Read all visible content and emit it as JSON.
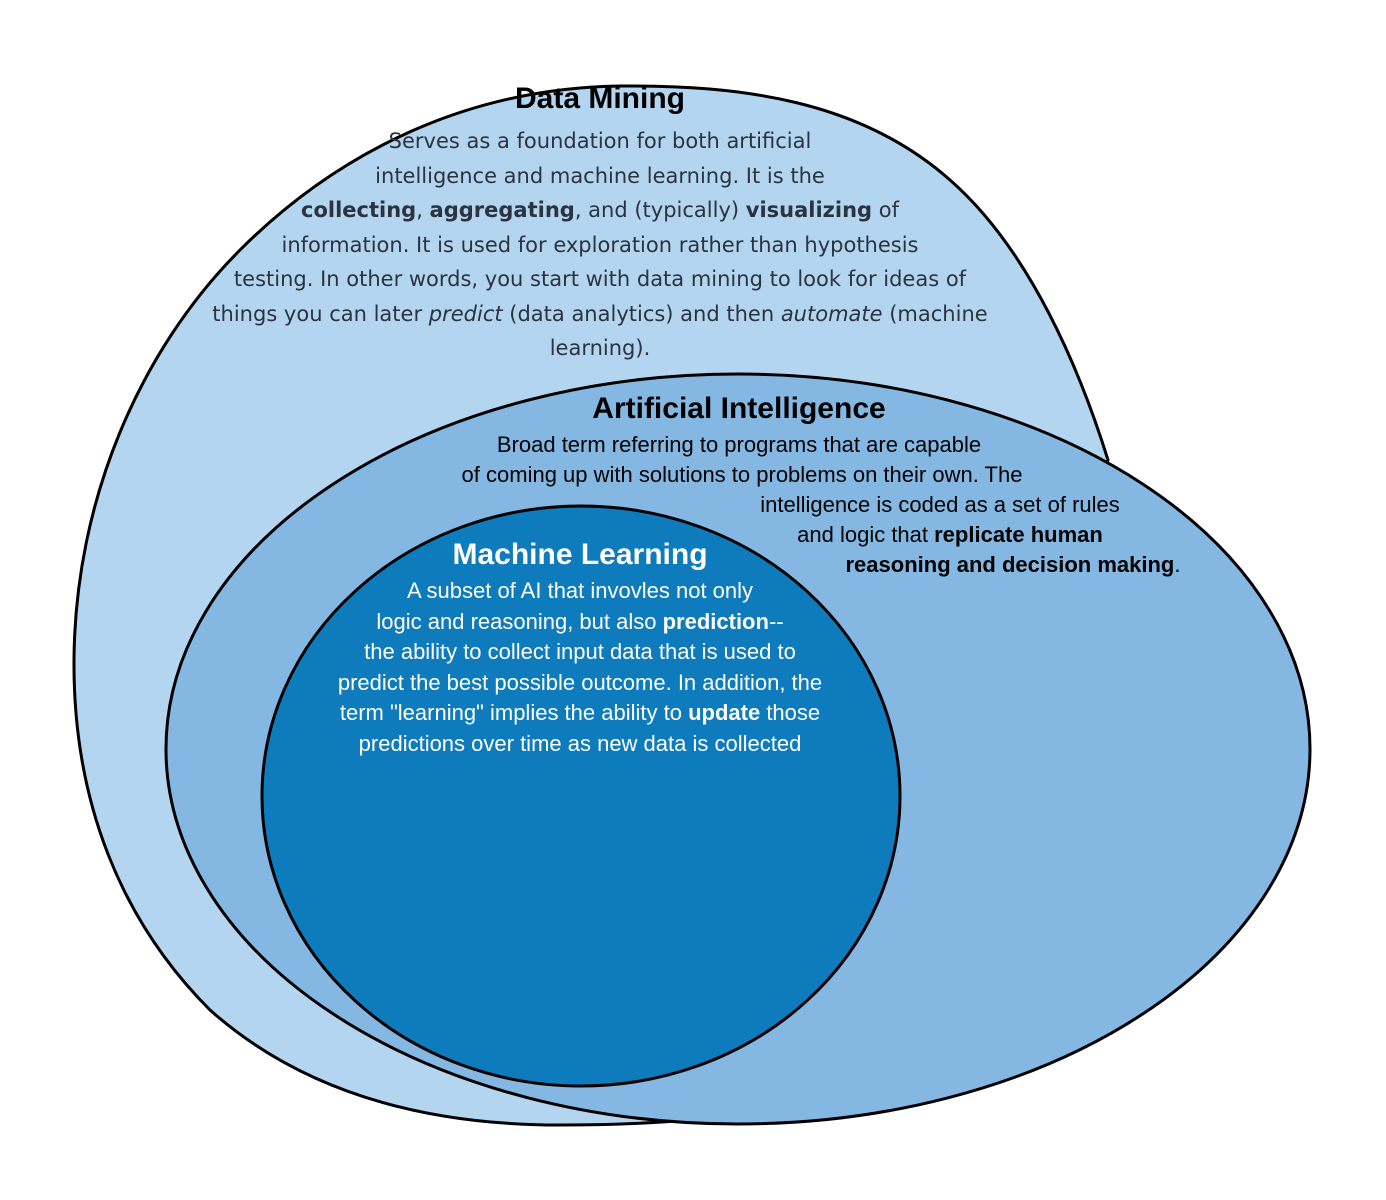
{
  "colors": {
    "data_mining_fill": "#b3d5f0",
    "ai_fill": "#84b8e2",
    "ml_fill": "#0e7bbc",
    "outline": "#000000"
  },
  "data_mining": {
    "title": "Data Mining",
    "l1": "Serves as a foundation for both artificial",
    "l2": "intelligence and machine learning. It is the",
    "l3_b1": "collecting",
    "l3_t1": ", ",
    "l3_b2": "aggregating",
    "l3_t2": ", and (typically) ",
    "l3_b3": "visualizing",
    "l3_t3": " of",
    "l4": "information. It is used for exploration rather than hypothesis",
    "l5": "testing. In other words, you start with data mining to look for ideas of",
    "l6_t1": "things you can later ",
    "l6_i1": "predict",
    "l6_t2": " (data analytics) and then ",
    "l6_i2": "automate",
    "l6_t3": " (machine",
    "l7": "learning)."
  },
  "ai": {
    "title": "Artificial Intelligence",
    "l1": "Broad term referring to programs that are capable",
    "l2": "of coming up with solutions to problems on their own. The",
    "l3": "intelligence is coded as a set of rules",
    "l4_t1": "and logic that ",
    "l4_b1": "replicate human",
    "l5_b1": "reasoning and decision making",
    "l5_t1": "."
  },
  "ml": {
    "title": "Machine Learning",
    "l1": "A subset of AI that invovles not only",
    "l2_t1": "logic and reasoning, but also ",
    "l2_b1": "prediction",
    "l2_t2": "--",
    "l3": "the ability to collect input data that is used to",
    "l4": "predict the best possible outcome. In addition, the",
    "l5_t1": "term \"learning\" implies the ability to ",
    "l5_b1": "update",
    "l5_t2": " those",
    "l6": "predictions over time as new data is collected"
  }
}
